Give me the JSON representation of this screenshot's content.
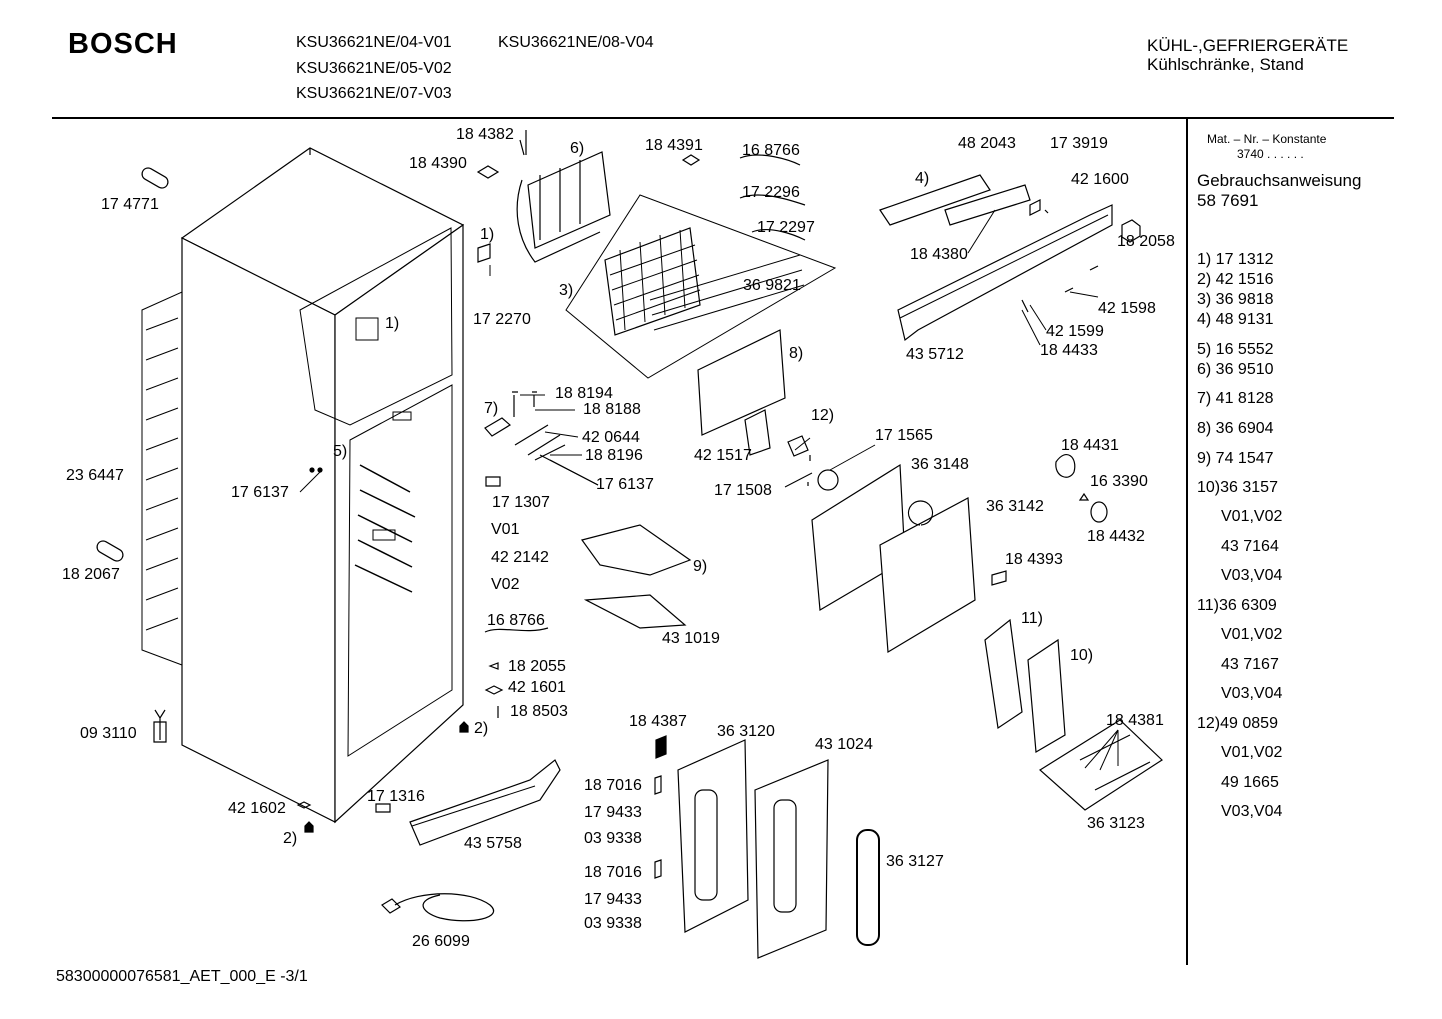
{
  "header": {
    "brand": "BOSCH",
    "models": [
      "KSU36621NE/04-V01",
      "KSU36621NE/08-V04",
      "KSU36621NE/05-V02",
      "KSU36621NE/07-V03"
    ],
    "category_line1": "KÜHL-,GEFRIERGERÄTE",
    "category_line2": "Kühlschränke, Stand"
  },
  "sidebar": {
    "mat_label": "Mat. – Nr. – Konstante",
    "mat_value": "3740 . . . . . .",
    "manual_label": "Gebrauchsanweisung",
    "manual_number": "58 7691",
    "items": [
      "1) 17 1312",
      "2) 42 1516",
      "3) 36 9818",
      "4) 48 9131",
      "5) 16 5552",
      "6) 36 9510",
      "7) 41 8128",
      "8) 36 6904",
      "9) 74 1547",
      "10)36 3157",
      "V01,V02",
      "43 7164",
      "V03,V04",
      "11)36 6309",
      "V01,V02",
      "43 7167",
      "V03,V04",
      "12)49 0859",
      "V01,V02",
      "49 1665",
      "V03,V04"
    ]
  },
  "labels": [
    "17 4771",
    "23 6447",
    "18 2067",
    "09 3110",
    "42 1602",
    "2)",
    "17 1316",
    "43 5758",
    "26 6099",
    "18 4382",
    "18 4390",
    "6)",
    "18 4391",
    "1)",
    "17 2270",
    "3)",
    "16 8766",
    "17 2296",
    "17 2297",
    "36 9821",
    "1)",
    "5)",
    "17 6137",
    "7)",
    "18 8194",
    "18 8188",
    "42 0644",
    "18 8196",
    "17 6137",
    "17 1307",
    "V01",
    "42 2142",
    "V02",
    "9)",
    "43 1019",
    "16 8766",
    "18 2055",
    "42 1601",
    "18 8503",
    "2)",
    "8)",
    "42 1517",
    "12)",
    "17 1508",
    "17 1565",
    "36 3148",
    "36 3142",
    "48 2043",
    "17 3919",
    "4)",
    "42 1600",
    "18 4380",
    "18 2058",
    "42 1598",
    "42 1599",
    "18 4433",
    "43 5712",
    "18 4431",
    "16 3390",
    "18 4432",
    "18 4393",
    "11)",
    "10)",
    "18 4381",
    "36 3123",
    "18 4387",
    "36 3120",
    "43 1024",
    "18 7016",
    "17 9433",
    "03 9338",
    "18 7016",
    "17 9433",
    "03 9338",
    "36 3127"
  ],
  "footer": {
    "doc_id": "58300000076581_AET_000_E -3/1"
  }
}
